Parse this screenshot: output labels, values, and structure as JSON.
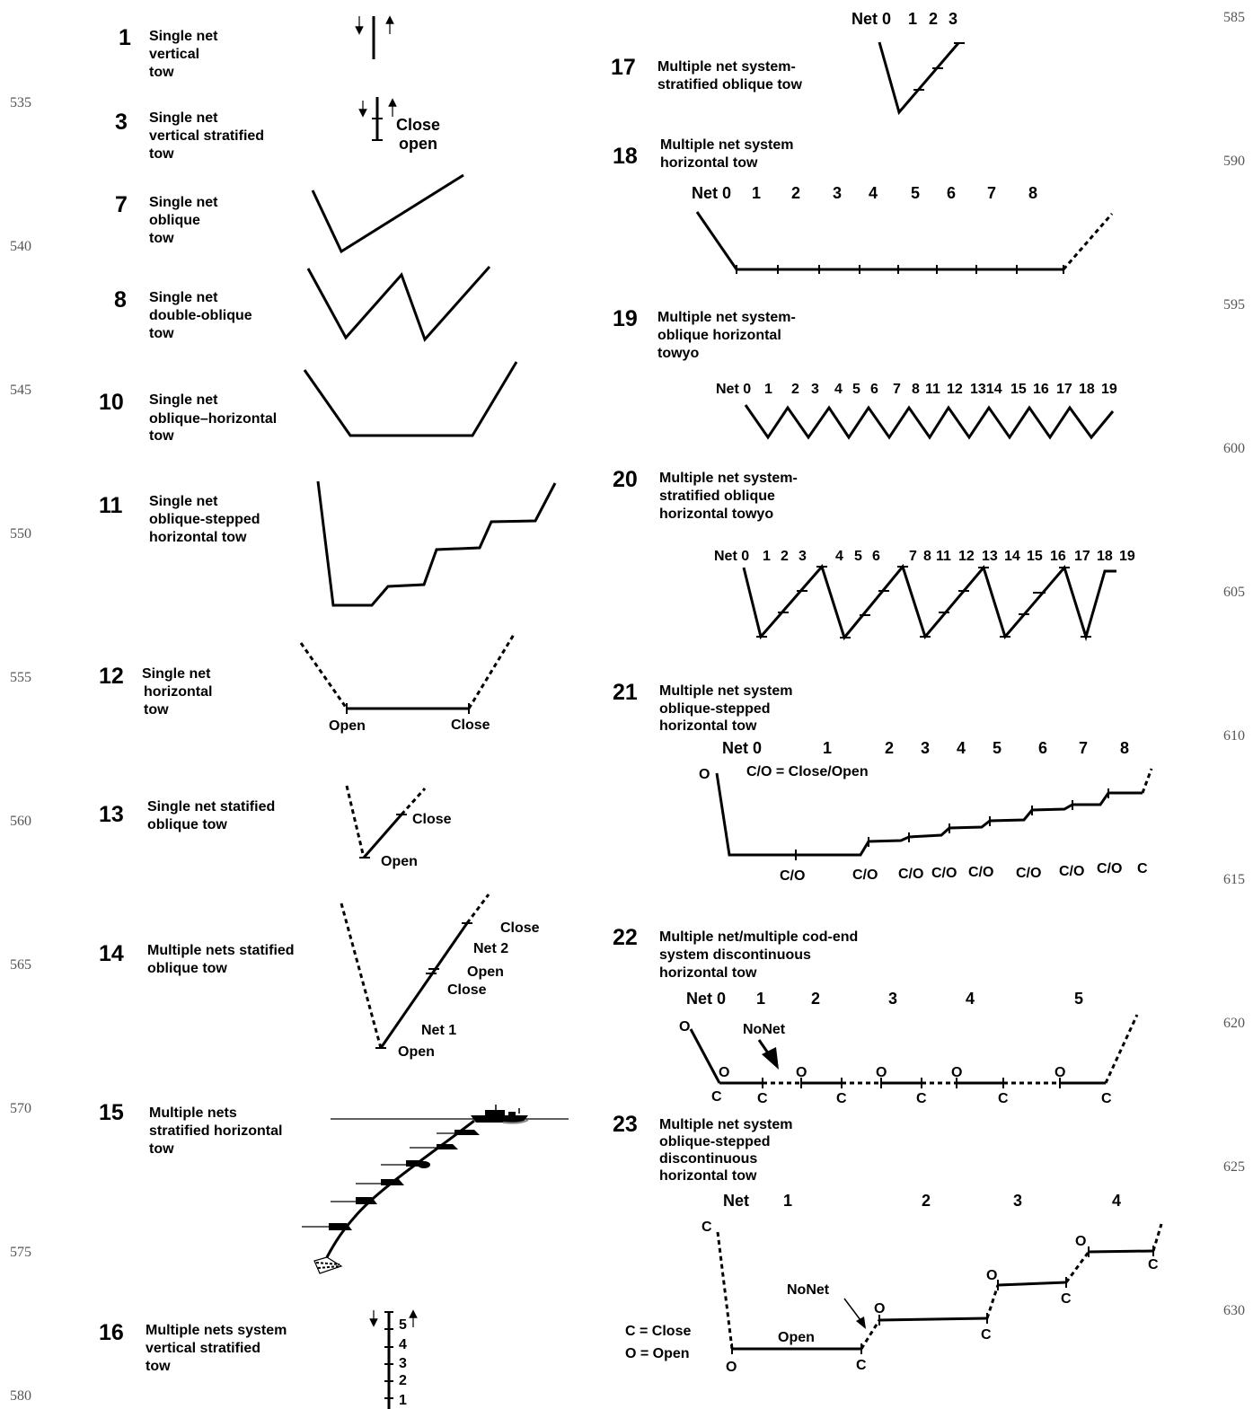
{
  "margin_line_numbers": {
    "left": [
      "535",
      "540",
      "545",
      "550",
      "555",
      "560",
      "565",
      "570",
      "575",
      "580"
    ],
    "right": [
      "585",
      "590",
      "595",
      "600",
      "605",
      "610",
      "615",
      "620",
      "625",
      "630"
    ]
  },
  "tows": [
    {
      "num": "1",
      "desc": [
        "Single net",
        "vertical",
        "tow"
      ]
    },
    {
      "num": "3",
      "desc": [
        "Single net",
        "vertical stratified",
        "tow"
      ]
    },
    {
      "num": "7",
      "desc": [
        "Single net",
        "oblique",
        "tow"
      ]
    },
    {
      "num": "8",
      "desc": [
        "Single net",
        "double-oblique",
        "tow"
      ]
    },
    {
      "num": "10",
      "desc": [
        "Single net",
        "oblique–horizontal",
        "tow"
      ]
    },
    {
      "num": "11",
      "desc": [
        "Single net",
        "oblique-stepped",
        "horizontal tow"
      ]
    },
    {
      "num": "12",
      "desc": [
        "Single net",
        "horizontal",
        "tow"
      ]
    },
    {
      "num": "13",
      "desc": [
        "Single net statified",
        "oblique tow"
      ]
    },
    {
      "num": "14",
      "desc": [
        "Multiple nets statified",
        "oblique tow"
      ]
    },
    {
      "num": "15",
      "desc": [
        "Multiple nets",
        "stratified horizontal",
        "tow"
      ]
    },
    {
      "num": "16",
      "desc": [
        "Multiple nets system",
        "vertical stratified",
        "tow"
      ]
    },
    {
      "num": "17",
      "desc": [
        "Multiple net system-",
        "stratified oblique tow"
      ]
    },
    {
      "num": "18",
      "desc": [
        "Multiple net system",
        "horizontal tow"
      ]
    },
    {
      "num": "19",
      "desc": [
        "Multiple net system-",
        "oblique horizontal",
        "towyo"
      ]
    },
    {
      "num": "20",
      "desc": [
        "Multiple net system-",
        "stratified oblique",
        "horizontal towyo"
      ]
    },
    {
      "num": "21",
      "desc": [
        "Multiple net system",
        "oblique-stepped",
        "horizontal tow"
      ]
    },
    {
      "num": "22",
      "desc": [
        "Multiple net/multiple cod-end",
        "system discontinuous",
        "horizontal tow"
      ]
    },
    {
      "num": "23",
      "desc": [
        "Multiple net system",
        "oblique-stepped",
        "discontinuous",
        "horizontal tow"
      ]
    }
  ],
  "labels": {
    "close": "Close",
    "open": "Open",
    "net_1": "Net 1",
    "net_2": "Net 2",
    "o": "O",
    "c": "C",
    "co": "C/O",
    "co_legend": "C/O = Close/Open",
    "c_legend": "C = Close",
    "o_legend": "O = Open",
    "nonet": "NoNet",
    "net": "Net",
    "net0": "Net 0",
    "d16_ticks": [
      "5",
      "4",
      "3",
      "2",
      "1"
    ],
    "d17_nets": [
      "Net 0",
      "1",
      "2",
      "3"
    ],
    "d18_nets": [
      "Net 0",
      "1",
      "2",
      "3",
      "4",
      "5",
      "6",
      "7",
      "8"
    ],
    "d19_nets": [
      "Net 0",
      "1",
      "2",
      "3",
      "4",
      "5",
      "6",
      "7",
      "8",
      "11",
      "12",
      "1314",
      "15",
      "16",
      "17",
      "18",
      "19"
    ],
    "d20_nets": [
      "Net 0",
      "1",
      "2",
      "3",
      "4",
      "5",
      "6",
      "7",
      "8",
      "11",
      "12",
      "13",
      "14",
      "15",
      "16",
      "17",
      "18",
      "19"
    ],
    "d21_nets": [
      "1",
      "2",
      "3",
      "4",
      "5",
      "6",
      "7",
      "8"
    ],
    "d22_nets": [
      "1",
      "2",
      "3",
      "4",
      "5"
    ],
    "d23_nets": [
      "1",
      "2",
      "3",
      "4"
    ]
  }
}
